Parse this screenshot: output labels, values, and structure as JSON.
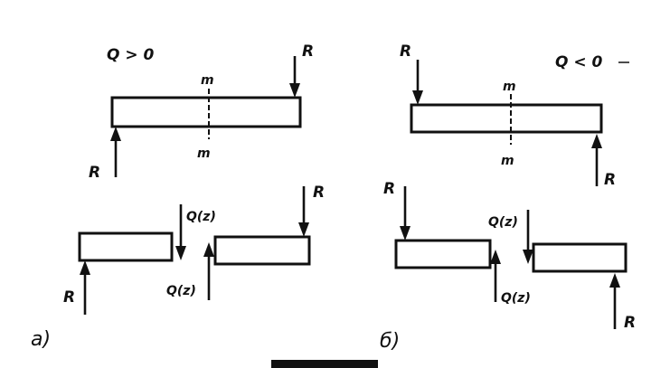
{
  "panel_a": {
    "label": "а)",
    "condition": "Q > 0",
    "section_label_top": "m",
    "section_label_bottom": "m",
    "force_top_right": "R",
    "force_bottom_left": "R",
    "shear_right_of_left_part": "Q(z)",
    "shear_left_of_right_part": "Q(z)",
    "force_left_part": "R",
    "force_right_part": "R"
  },
  "panel_b": {
    "label": "б)",
    "condition": "Q < 0",
    "section_label_top": "m",
    "section_label_bottom": "m",
    "force_top_left": "R",
    "force_bottom_right": "R",
    "shear_right_of_left_part": "Q(z)",
    "shear_left_of_right_part": "Q(z)",
    "force_left_part": "R",
    "force_right_part": "R"
  }
}
